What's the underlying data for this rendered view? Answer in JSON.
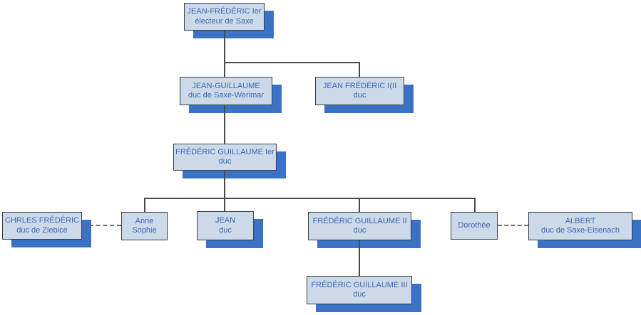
{
  "diagram": {
    "type": "family-tree-org-chart",
    "nodes": [
      {
        "id": "jean-frederic-1er",
        "line1": "JEAN-FRÉDÉRIC Ier",
        "line2": "électeur de Saxe"
      },
      {
        "id": "jean-guillaume",
        "line1": "JEAN-GUILLAUME",
        "line2": "duc de Saxe-Werimar"
      },
      {
        "id": "jean-frederic-i-ii",
        "line1": "JEAN FRÉDÉRIC I(II",
        "line2": "duc"
      },
      {
        "id": "frederic-guillaume-1er",
        "line1": "FRÉDÉRIC GUILLAUME Ier",
        "line2": "duc"
      },
      {
        "id": "chrles-frederic",
        "line1": "CHRLES FRÉDÉRIC",
        "line2": "duc de Ziebice"
      },
      {
        "id": "anne-sophie",
        "line1": "Anne",
        "line2": "Sophie"
      },
      {
        "id": "jean",
        "line1": "JEAN",
        "line2": "duc"
      },
      {
        "id": "frederic-guillaume-ii",
        "line1": "FRÉDÉRIC GUILLAUME II",
        "line2": "duc"
      },
      {
        "id": "dorothee",
        "line1": "Dorothée",
        "line2": ""
      },
      {
        "id": "albert",
        "line1": "ALBERT",
        "line2": "duc de Saxe-Eisenach"
      },
      {
        "id": "frederic-guillaume-iii",
        "line1": "FRÉDÉRIC GUILLAUME III",
        "line2": "duc"
      }
    ],
    "colors": {
      "box_fill": "#ccd9e8",
      "box_border": "#3a3f44",
      "shadow": "#3a72c6",
      "text": "#3a67b8",
      "connector": "#4a4a4a",
      "dashed": "#6e6e6e"
    }
  }
}
